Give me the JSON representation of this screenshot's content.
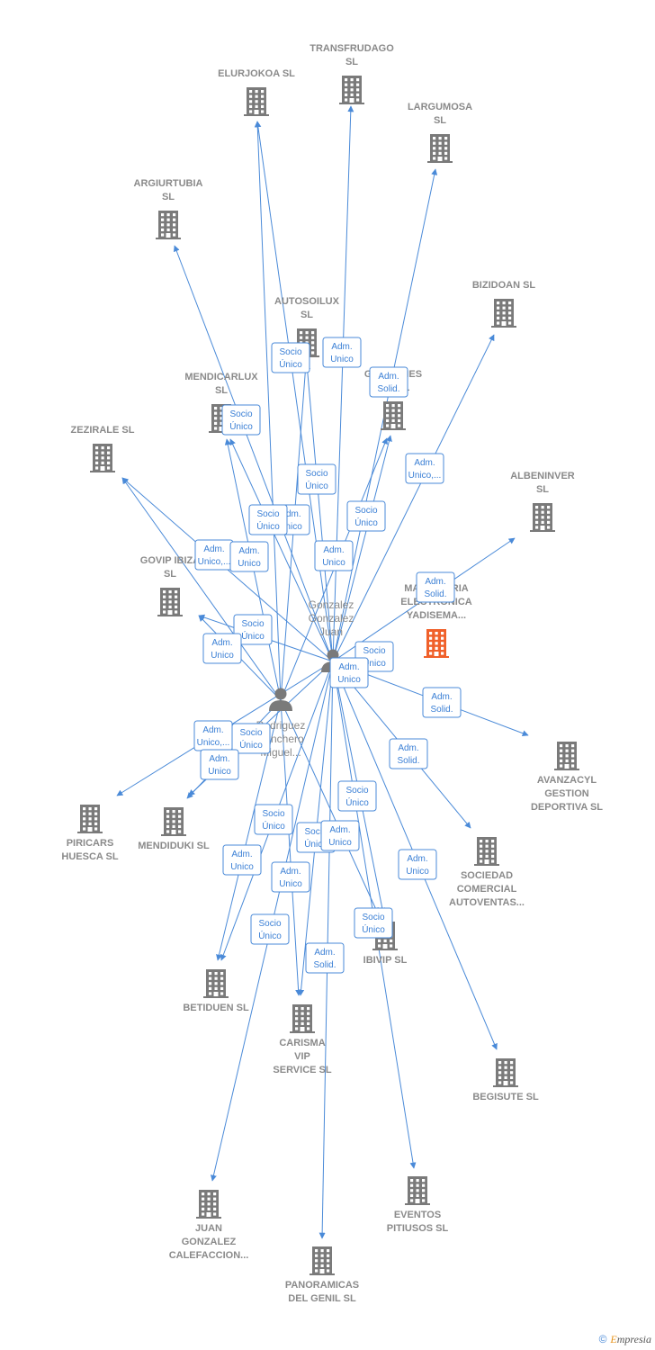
{
  "colors": {
    "edge": "#4a8ad8",
    "company": "#7a7a7a",
    "focus": "#f0602a",
    "person": "#7a7a7a"
  },
  "persons": [
    {
      "id": "juan",
      "lines": [
        "Gonzalez",
        "Gonzalez",
        "Juan"
      ]
    },
    {
      "id": "miguel",
      "lines": [
        "Rodriguez",
        "Panchero",
        "Miguel..."
      ]
    }
  ],
  "companies": [
    {
      "id": "transfrudago",
      "lines": [
        "TRANSFRUDAGO",
        "SL"
      ],
      "icon": "building-icon"
    },
    {
      "id": "elurjokoa",
      "lines": [
        "ELURJOKOA SL"
      ],
      "icon": "building-icon"
    },
    {
      "id": "largumosa",
      "lines": [
        "LARGUMOSA",
        "SL"
      ],
      "icon": "building-icon"
    },
    {
      "id": "argiurtubia",
      "lines": [
        "ARGIURTUBIA",
        "SL"
      ],
      "icon": "building-icon"
    },
    {
      "id": "bizidoan",
      "lines": [
        "BIZIDOAN SL"
      ],
      "icon": "building-icon"
    },
    {
      "id": "autosoilux",
      "lines": [
        "AUTOSOILUX",
        "SL"
      ],
      "icon": "building-icon"
    },
    {
      "id": "mendicarlux",
      "lines": [
        "MENDICARLUX",
        "SL"
      ],
      "icon": "building-icon"
    },
    {
      "id": "gestiones",
      "lines": [
        "GESTIONES",
        "PI... SL"
      ],
      "icon": "building-icon"
    },
    {
      "id": "zezirale",
      "lines": [
        "ZEZIRALE SL"
      ],
      "icon": "building-icon"
    },
    {
      "id": "albeninver",
      "lines": [
        "ALBENINVER",
        "SL"
      ],
      "icon": "building-icon"
    },
    {
      "id": "govip",
      "lines": [
        "GOVIP IBIZA",
        "SL"
      ],
      "icon": "building-icon"
    },
    {
      "id": "maquinaria",
      "lines": [
        "MAQUINARIA",
        "ELECTRONICA",
        "YADISEMA..."
      ],
      "icon": "building-icon",
      "focus": true
    },
    {
      "id": "avanzacyl",
      "lines": [
        "AVANZACYL",
        "GESTION",
        "DEPORTIVA SL"
      ],
      "icon": "building-icon"
    },
    {
      "id": "piricars",
      "lines": [
        "PIRICARS",
        "HUESCA SL"
      ],
      "icon": "building-icon"
    },
    {
      "id": "mendiduki",
      "lines": [
        "MENDIDUKI SL"
      ],
      "icon": "building-icon"
    },
    {
      "id": "sociedad",
      "lines": [
        "SOCIEDAD",
        "COMERCIAL",
        "AUTOVENTAS..."
      ],
      "icon": "building-icon"
    },
    {
      "id": "ibivip",
      "lines": [
        "IBIVIP SL"
      ],
      "icon": "building-icon"
    },
    {
      "id": "betiduen",
      "lines": [
        "BETIDUEN SL"
      ],
      "icon": "building-icon"
    },
    {
      "id": "carisma",
      "lines": [
        "CARISMA",
        "VIP",
        "SERVICE SL"
      ],
      "icon": "building-icon"
    },
    {
      "id": "begisute",
      "lines": [
        "BEGISUTE SL"
      ],
      "icon": "building-icon"
    },
    {
      "id": "juangonzalez",
      "lines": [
        "JUAN",
        "GONZALEZ",
        "CALEFACCION..."
      ],
      "icon": "building-icon"
    },
    {
      "id": "eventos",
      "lines": [
        "EVENTOS",
        "PITIUSOS SL"
      ],
      "icon": "building-icon"
    },
    {
      "id": "panoramicas",
      "lines": [
        "PANORAMICAS",
        "DEL GENIL SL"
      ],
      "icon": "building-icon"
    }
  ],
  "roles": [
    [
      "Socio",
      "Único"
    ],
    [
      "Adm.",
      "Unico"
    ],
    [
      "Adm.",
      "Solid."
    ],
    [
      "Socio",
      "Único"
    ],
    [
      "Socio",
      "Único"
    ],
    [
      "Adm.",
      "Unico,..."
    ],
    [
      "Socio",
      "Único"
    ],
    [
      "Adm.",
      "Unico"
    ],
    [
      "Socio",
      "Único"
    ],
    [
      "Adm.",
      "Unico,..."
    ],
    [
      "Adm.",
      "Unico"
    ],
    [
      "Adm.",
      "Unico"
    ],
    [
      "Adm.",
      "Solid."
    ],
    [
      "Socio",
      "Único"
    ],
    [
      "Adm.",
      "Unico"
    ],
    [
      "Socio",
      "Único"
    ],
    [
      "Adm.",
      "Unico"
    ],
    [
      "Adm.",
      "Solid."
    ],
    [
      "Adm.",
      "Solid."
    ],
    [
      "Adm.",
      "Unico,..."
    ],
    [
      "Socio",
      "Único"
    ],
    [
      "Adm.",
      "Unico"
    ],
    [
      "Socio",
      "Único"
    ],
    [
      "Socio",
      "Único"
    ],
    [
      "Socio",
      "Único"
    ],
    [
      "Adm.",
      "Unico"
    ],
    [
      "Adm.",
      "Unico"
    ],
    [
      "Adm.",
      "Unico"
    ],
    [
      "Socio",
      "Único"
    ],
    [
      "Adm.",
      "Unico"
    ],
    [
      "Socio",
      "Único"
    ],
    [
      "Adm.",
      "Solid."
    ]
  ],
  "footer": {
    "copyright": "©",
    "brand_first": "E",
    "brand_rest": "mpresia"
  }
}
